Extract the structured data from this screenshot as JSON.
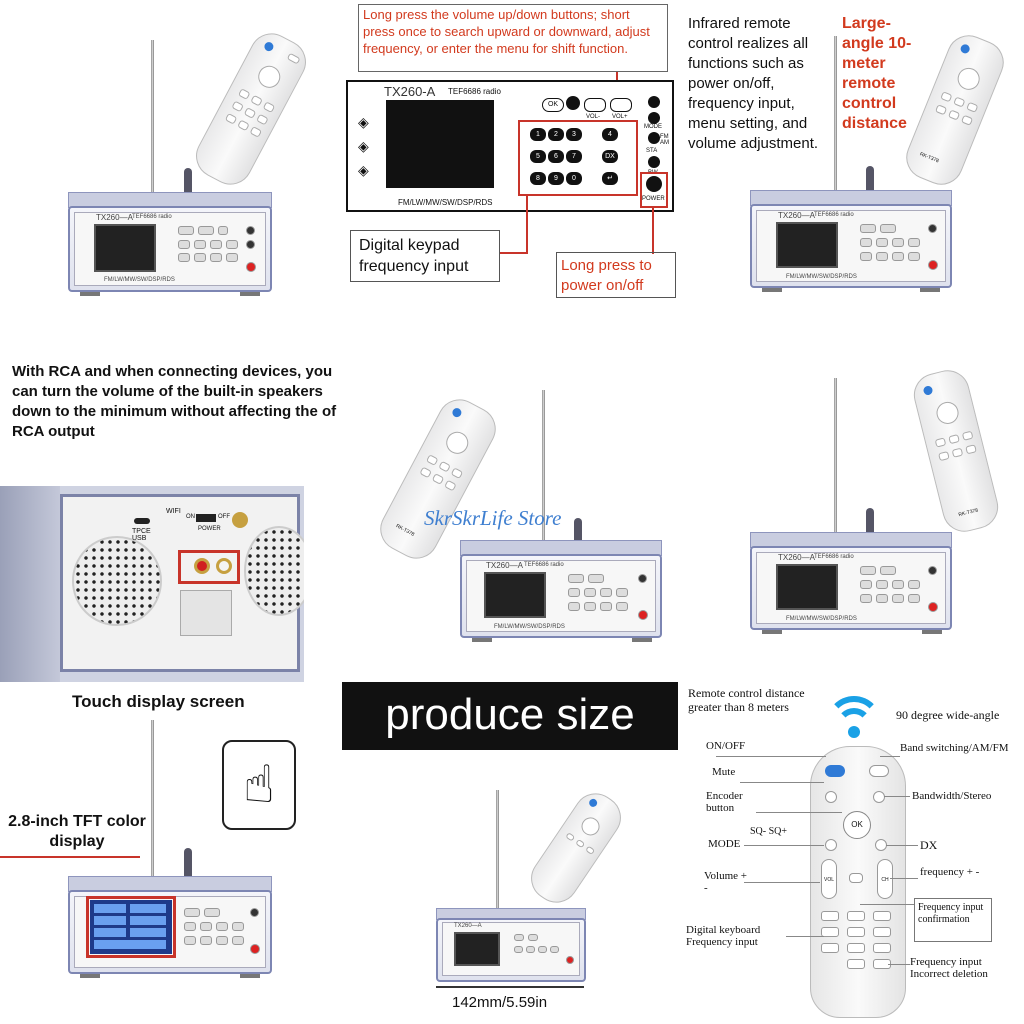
{
  "top_center": {
    "note": "Long press the volume up/down buttons; short press once to search upward or downward, adjust frequency, or enter the menu for shift function.",
    "panel_model": "TX260-A",
    "panel_chip": "TEF6686 radio",
    "panel_bands": "FM/LW/MW/SW/DSP/RDS",
    "keys": [
      "1",
      "2",
      "3",
      "4",
      "5",
      "6",
      "7",
      "8",
      "9",
      "0",
      "DX",
      "↵"
    ],
    "ok": "OK",
    "vol_minus": "VOL-",
    "vol_plus": "VOL+",
    "mode": "MODE",
    "fm_am": "FM AM",
    "sta": "STA",
    "bw": "BW",
    "power": "POWER",
    "keypad_label": "Digital keypad frequency input",
    "power_label": "Long press to power on/off"
  },
  "top_right": {
    "ir_text": "Infrared remote control realizes all functions such as power on/off, frequency input, menu setting, and volume adjustment.",
    "range_text": "Large-angle 10-meter remote control distance"
  },
  "middle": {
    "rca_text": "With RCA and when connecting devices, you can turn the volume of the built-in speakers down to the minimum without affecting the of RCA output",
    "watermark": "SkrSkrLife Store",
    "rear_labels": {
      "usb": "TPCE USB",
      "wifi": "WIFI",
      "on": "ON",
      "off": "OFF",
      "power": "POWER"
    }
  },
  "bottom_left": {
    "touch_title": "Touch display screen",
    "tft_label": "2.8-inch TFT color display"
  },
  "bottom_center": {
    "banner": "produce size",
    "size": "142mm/5.59in"
  },
  "remote_diagram": {
    "distance": "Remote control distance greater than 8 meters",
    "angle": "90 degree wide-angle",
    "on_off": "ON/OFF",
    "band": "Band switching/AM/FM",
    "mute": "Mute",
    "bandwidth": "Bandwidth/Stereo",
    "encoder": "Encoder button",
    "sq": "SQ-  SQ+",
    "dx": "DX",
    "mode": "MODE",
    "volume": "Volume + -",
    "frequency": "frequency + -",
    "freq_confirm": "Frequency input confirmation",
    "digital_kb": "Digital keyboard Frequency input",
    "freq_delete": "Frequency input Incorrect deletion",
    "ok": "OK",
    "vol": "VOL",
    "ch": "CH"
  },
  "device_labels": {
    "model": "TX260—A",
    "chip": "TEF6686 radio",
    "bands": "FM/LW/MW/SW/DSP/RDS",
    "remote_model": "RK-T378"
  },
  "colors": {
    "accent_red": "#d23a1e",
    "frame": "#7d86b3",
    "remote_blue": "#2f7ad6",
    "wifi_blue": "#1aa1e6"
  }
}
